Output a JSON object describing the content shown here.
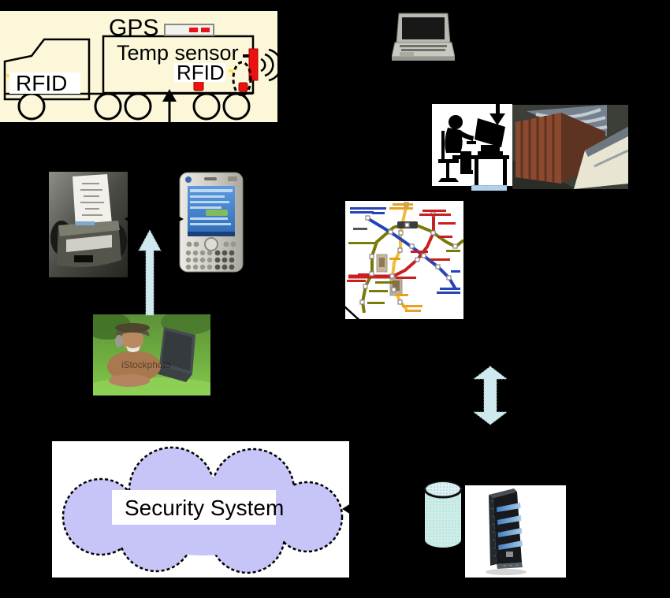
{
  "figure": {
    "background": "#000000",
    "truck": {
      "gps_label": "GPS",
      "temp_sensor_label": "Temp sensor",
      "rfid_trailer_label": "RFID",
      "rfid_cab_label": "RFID",
      "panel_bg": "#fbf7d8",
      "tag_color": "#ee1111"
    },
    "security_cloud": {
      "label": "Security System",
      "fill": "#c7c4f8",
      "panel_bg": "#ffffff"
    },
    "old_man_photo": {
      "watermark": "iStockphoto"
    },
    "arrows": {
      "light_blue": "#cfe9ee"
    },
    "map": {
      "line_colors": {
        "blue": "#2643b8",
        "red": "#c81f1f",
        "olive": "#7a7a08",
        "orange": "#f0bc40"
      }
    },
    "database": {
      "fill": "#cdeee8"
    }
  }
}
